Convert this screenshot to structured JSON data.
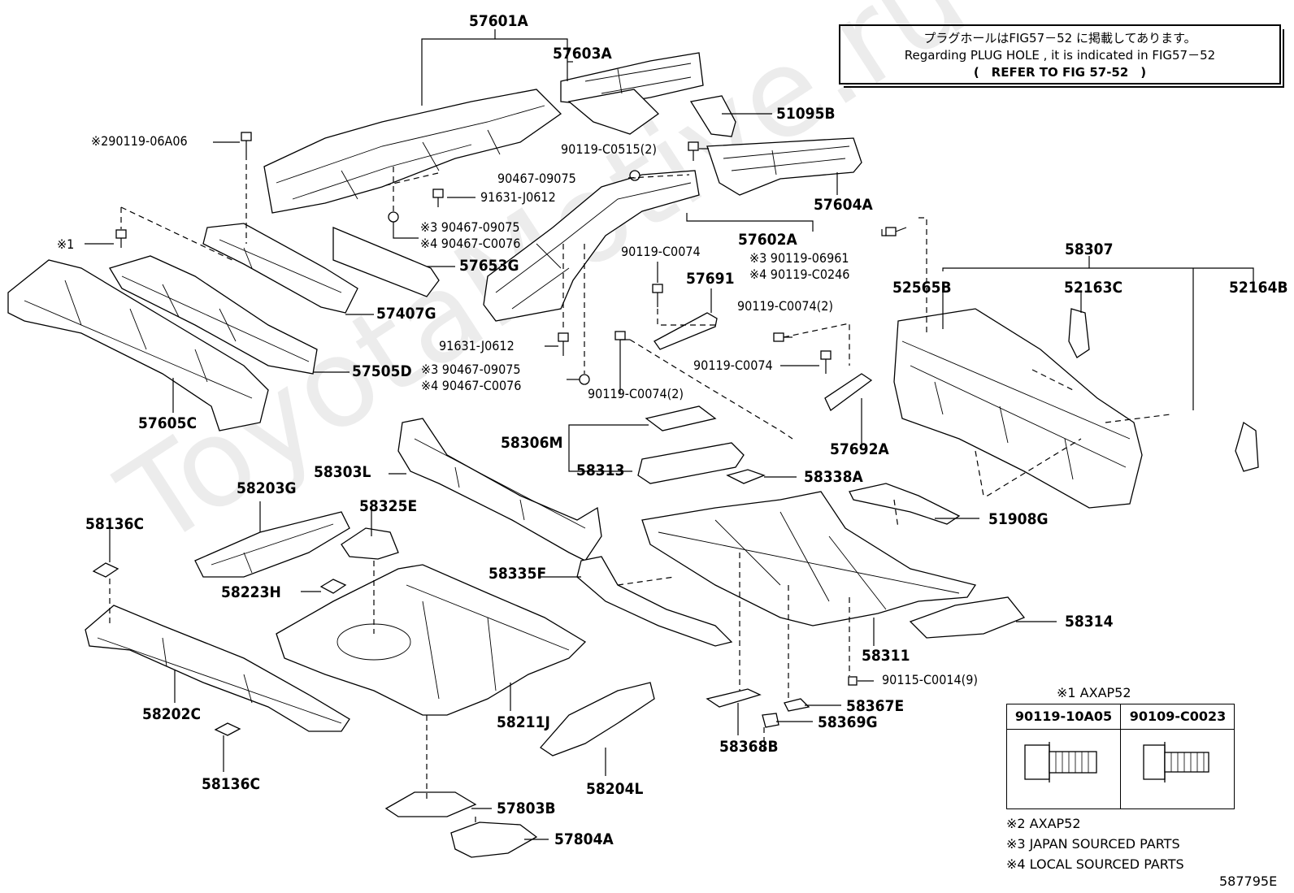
{
  "note": {
    "line1": "プラグホールはFIG57－52 に掲載してあります。",
    "line2": "Regarding PLUG HOLE , it is indicated in FIG57－52",
    "line3": "(　REFER TO FIG 57-52　)"
  },
  "watermark": "ToyotaMotive.ru",
  "labels": {
    "p57601A": "57601A",
    "p57603A": "57603A",
    "p51095B": "51095B",
    "p90119C0515": "90119-C0515(2)",
    "p90467_09075a": "90467-09075",
    "p57604A": "57604A",
    "p91631_J0612a": "91631-J0612",
    "p90119_06A06": "※290119-06A06",
    "p90467_09075b": "※3 90467-09075",
    "p90467_C0076a": "※4 90467-C0076",
    "p57602A": "57602A",
    "p90119C0074a": "90119-C0074",
    "p90119_06961": "※3 90119-06961",
    "p90119_C0246": "※4 90119-C0246",
    "p58307": "58307",
    "pX1": "※1",
    "p57653G": "57653G",
    "p57691": "57691",
    "p52565B": "52565B",
    "p52163C": "52163C",
    "p52164B": "52164B",
    "p90119C0074_2a": "90119-C0074(2)",
    "p57407G": "57407G",
    "p91631_J0612b": "91631-J0612",
    "p90119C0074b": "90119-C0074",
    "p57505D": "57505D",
    "p90467_09075c": "※3 90467-09075",
    "p90467_C0076b": "※4 90467-C0076",
    "p90119C0074_2b": "90119-C0074(2)",
    "p57605C": "57605C",
    "p57692A": "57692A",
    "p58306M": "58306M",
    "p58313": "58313",
    "p58303L": "58303L",
    "p58338A": "58338A",
    "p58203G": "58203G",
    "p58325E": "58325E",
    "p58136Ca": "58136C",
    "p51908G": "51908G",
    "p58335F": "58335F",
    "p58223H": "58223H",
    "p58314": "58314",
    "p58311": "58311",
    "p90115": "90115-C0014(9)",
    "p58202C": "58202C",
    "p58367E": "58367E",
    "p58211J": "58211J",
    "p58369G": "58369G",
    "p58368B": "58368B",
    "p58204L": "58204L",
    "p58136Cb": "58136C",
    "p57803B": "57803B",
    "p57804A": "57804A"
  },
  "bolt_table": {
    "title": "※1 AXAP52",
    "col1": "90119-10A05",
    "col2": "90109-C0023"
  },
  "footnotes": {
    "n2": "※2 AXAP52",
    "n3": "※3 JAPAN SOURCED PARTS",
    "n4": "※4 LOCAL SOURCED PARTS"
  },
  "fig_code": "587795E"
}
